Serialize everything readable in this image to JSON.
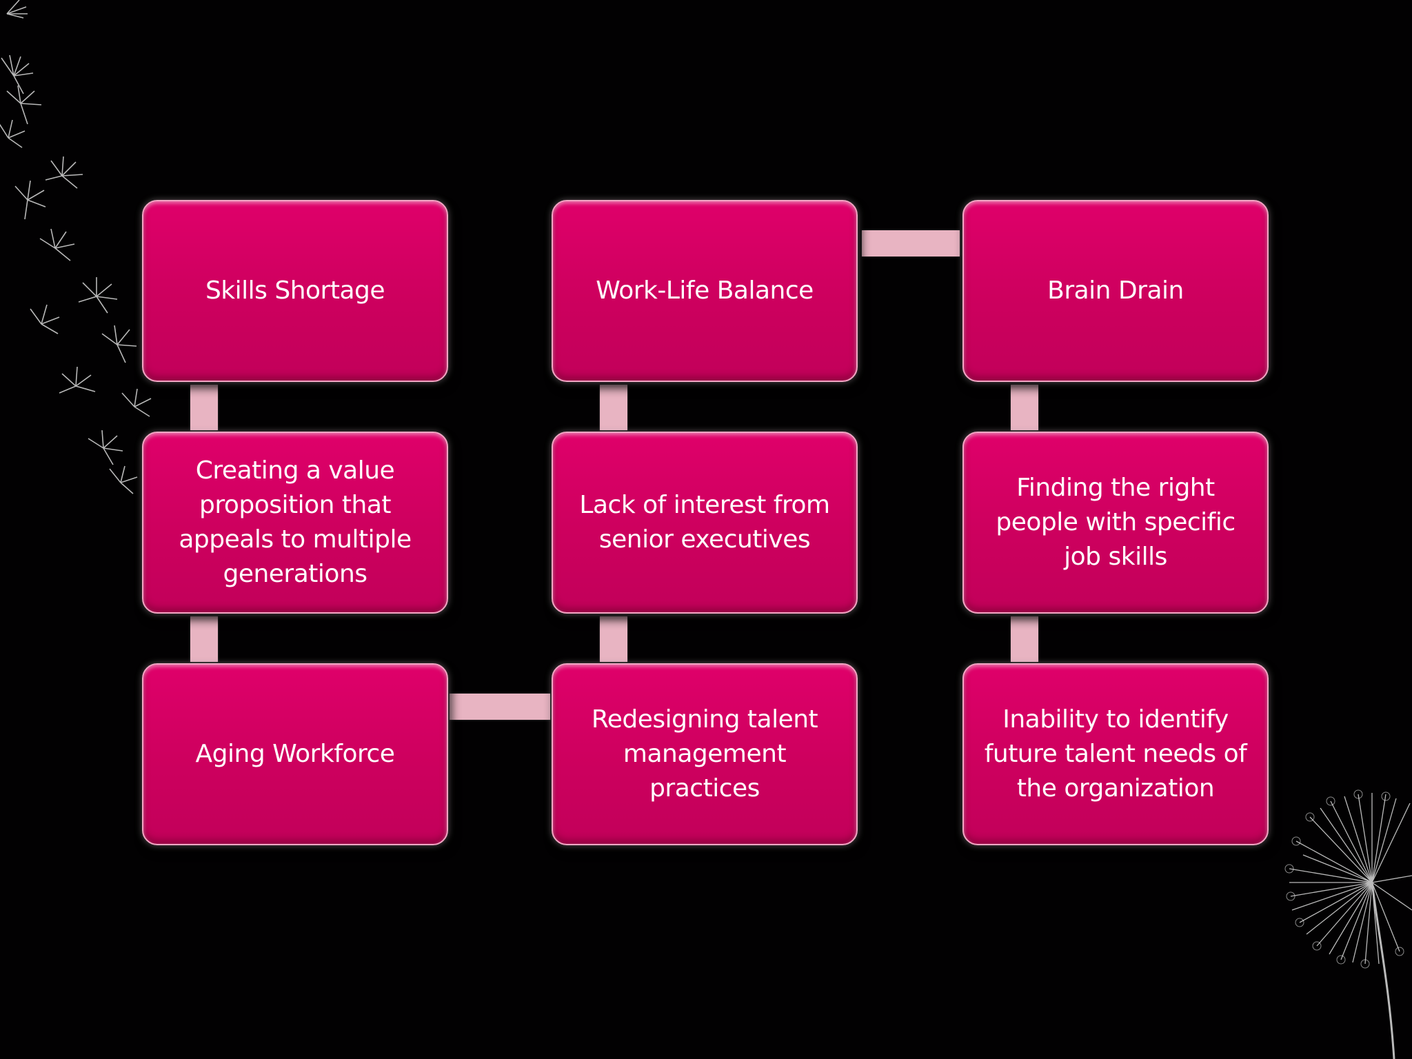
{
  "colors": {
    "background": "#000000",
    "box_fill": "#cf005f",
    "connector": "#e8b4c2",
    "text": "#ffffff"
  },
  "boxes": [
    {
      "id": "skills-shortage",
      "text": "Skills Shortage"
    },
    {
      "id": "work-life-balance",
      "text": "Work-Life Balance"
    },
    {
      "id": "brain-drain",
      "text": "Brain Drain"
    },
    {
      "id": "value-proposition",
      "text": "Creating a value proposition that appeals to multiple generations"
    },
    {
      "id": "lack-of-interest",
      "text": "Lack of interest  from senior executives"
    },
    {
      "id": "finding-right-people",
      "text": "Finding the right people with specific job skills"
    },
    {
      "id": "aging-workforce",
      "text": "Aging Workforce"
    },
    {
      "id": "redesigning-talent",
      "text": "Redesigning talent management practices"
    },
    {
      "id": "inability-identify",
      "text": "Inability to identify future talent needs of the organization"
    }
  ],
  "decorations": [
    "dandelion-seeds-left",
    "dandelion-flower-bottom-right"
  ]
}
